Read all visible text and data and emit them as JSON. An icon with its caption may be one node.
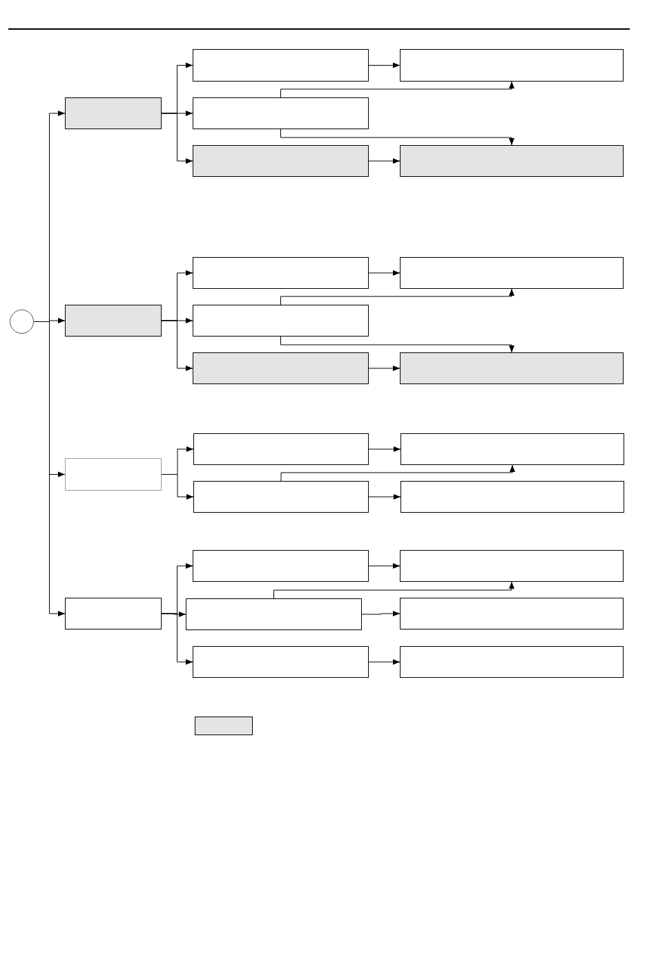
{
  "diagram": {
    "nodes": [
      {
        "text": [],
        "shape": "circle"
      },
      {
        "text": [],
        "shape": "box"
      },
      {
        "text": [],
        "shape": "box"
      },
      {
        "text": [],
        "shape": "box"
      },
      {
        "text": [],
        "shape": "box"
      },
      {
        "text": [],
        "shape": "box"
      },
      {
        "text": [],
        "shape": "box"
      },
      {
        "text": [],
        "shape": "box"
      },
      {
        "text": [],
        "shape": "box"
      },
      {
        "text": [],
        "shape": "box"
      },
      {
        "text": [],
        "shape": "box"
      },
      {
        "text": [],
        "shape": "box"
      },
      {
        "text": [],
        "shape": "box"
      },
      {
        "text": [],
        "shape": "box"
      },
      {
        "text": [],
        "shape": "box"
      },
      {
        "text": [],
        "shape": "box"
      },
      {
        "text": [],
        "shape": "box"
      },
      {
        "text": [],
        "shape": "box"
      },
      {
        "text": [],
        "shape": "box"
      },
      {
        "text": [],
        "shape": "box"
      },
      {
        "text": [],
        "shape": "box"
      },
      {
        "text": [],
        "shape": "box"
      },
      {
        "text": [],
        "shape": "box"
      },
      {
        "text": [],
        "shape": "box"
      },
      {
        "text": [],
        "shape": "box"
      },
      {
        "text": [],
        "shape": "box"
      }
    ],
    "edges": [
      {
        "from": 0,
        "to": 1,
        "arrow": "to"
      },
      {
        "from": 0,
        "to": 7,
        "arrow": "to"
      },
      {
        "from": 0,
        "to": 13,
        "arrow": "to"
      },
      {
        "from": 0,
        "to": 18,
        "arrow": "to"
      },
      {
        "from": 1,
        "to": 2,
        "arrow": "to"
      },
      {
        "from": 1,
        "to": 4,
        "arrow": "to"
      },
      {
        "from": 1,
        "to": 5,
        "arrow": "to"
      },
      {
        "from": 2,
        "to": 3,
        "arrow": "to"
      },
      {
        "from": 4,
        "to": 3,
        "arrow": "to"
      },
      {
        "from": 4,
        "to": 6,
        "arrow": "to"
      },
      {
        "from": 5,
        "to": 6,
        "arrow": "to"
      },
      {
        "from": 7,
        "to": 8,
        "arrow": "to"
      },
      {
        "from": 7,
        "to": 10,
        "arrow": "to"
      },
      {
        "from": 7,
        "to": 11,
        "arrow": "to"
      },
      {
        "from": 8,
        "to": 9,
        "arrow": "to"
      },
      {
        "from": 10,
        "to": 9,
        "arrow": "to"
      },
      {
        "from": 10,
        "to": 12,
        "arrow": "to"
      },
      {
        "from": 11,
        "to": 12,
        "arrow": "to"
      },
      {
        "from": 13,
        "to": 14,
        "arrow": "to"
      },
      {
        "from": 13,
        "to": 16,
        "arrow": "to"
      },
      {
        "from": 14,
        "to": 15,
        "arrow": "to"
      },
      {
        "from": 16,
        "to": 15,
        "arrow": "to"
      },
      {
        "from": 16,
        "to": 17,
        "arrow": "to"
      },
      {
        "from": 18,
        "to": 19,
        "arrow": "to"
      },
      {
        "from": 18,
        "to": 21,
        "arrow": "to"
      },
      {
        "from": 18,
        "to": 23,
        "arrow": "to"
      },
      {
        "from": 19,
        "to": 20,
        "arrow": "to"
      },
      {
        "from": 21,
        "to": 20,
        "arrow": "to"
      },
      {
        "from": 21,
        "to": 22,
        "arrow": "to"
      },
      {
        "from": 23,
        "to": 24,
        "arrow": "to"
      }
    ]
  }
}
